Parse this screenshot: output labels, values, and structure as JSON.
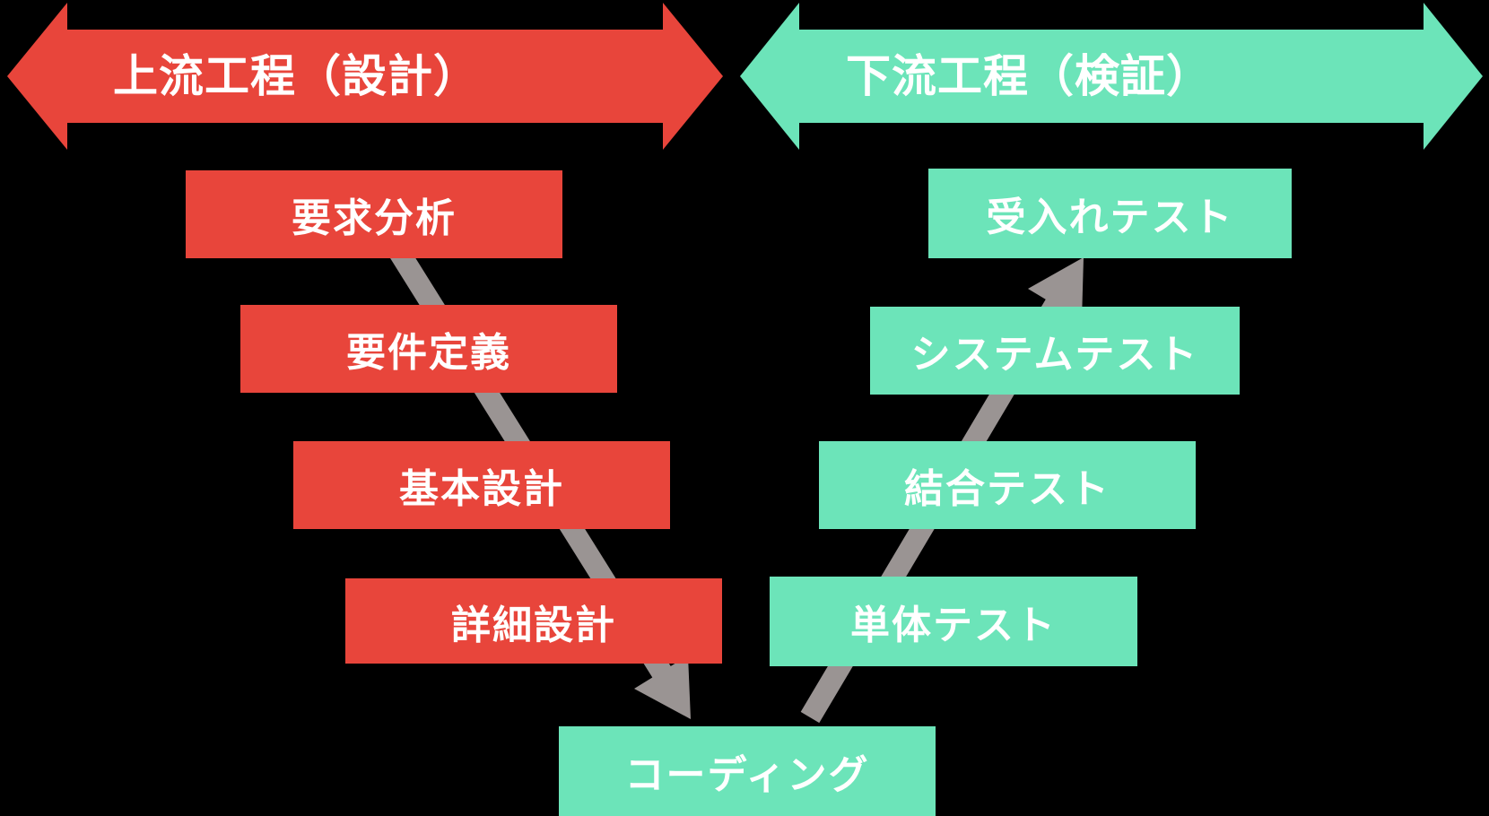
{
  "colors": {
    "background": "#000000",
    "upstream": "#E8453B",
    "downstream": "#6CE4B9",
    "connector": "#9A9493",
    "label_text": "#FFFFFF"
  },
  "upstream": {
    "arrow_label": "上流工程（設計）",
    "steps_top_to_bottom": [
      "要求分析",
      "要件定義",
      "基本設計",
      "詳細設計"
    ]
  },
  "downstream": {
    "arrow_label": "下流工程（検証）",
    "steps_top_to_bottom": [
      "受入れテスト",
      "システムテスト",
      "結合テスト",
      "単体テスト"
    ]
  },
  "center_step": "コーディング"
}
